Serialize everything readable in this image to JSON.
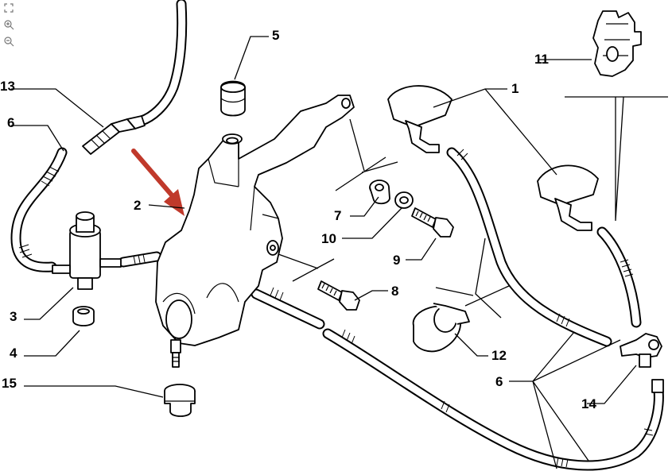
{
  "viewer": {
    "tools": [
      {
        "name": "fit-page-icon"
      },
      {
        "name": "zoom-in-icon"
      },
      {
        "name": "zoom-out-icon"
      }
    ]
  },
  "diagram": {
    "arrow_color": "#c0392b",
    "callouts": [
      {
        "id": "c1",
        "label": "1"
      },
      {
        "id": "c2",
        "label": "2"
      },
      {
        "id": "c3",
        "label": "3"
      },
      {
        "id": "c4",
        "label": "4"
      },
      {
        "id": "c5",
        "label": "5"
      },
      {
        "id": "c6a",
        "label": "6"
      },
      {
        "id": "c6b",
        "label": "6"
      },
      {
        "id": "c7",
        "label": "7"
      },
      {
        "id": "c8",
        "label": "8"
      },
      {
        "id": "c9",
        "label": "9"
      },
      {
        "id": "c10",
        "label": "10"
      },
      {
        "id": "c11",
        "label": "11"
      },
      {
        "id": "c12",
        "label": "12"
      },
      {
        "id": "c13",
        "label": "13"
      },
      {
        "id": "c14",
        "label": "14"
      },
      {
        "id": "c15",
        "label": "15"
      }
    ]
  }
}
